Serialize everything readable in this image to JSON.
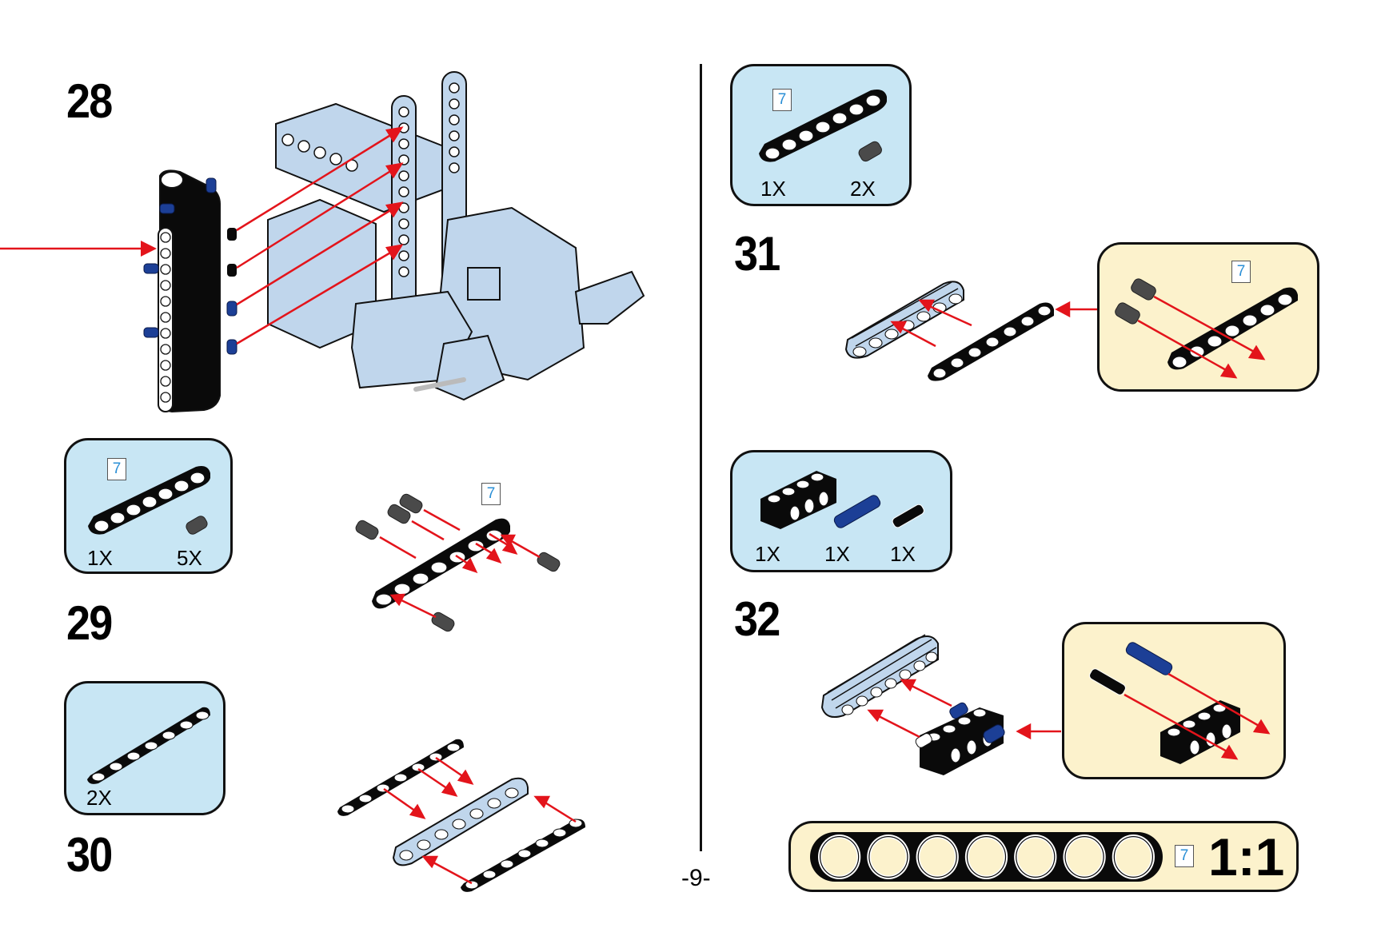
{
  "page": {
    "number_label": "-9-",
    "colors": {
      "callout_bg": "#c8e6f4",
      "subassembly_bg": "#fcf2cc",
      "arrow": "#e3141b",
      "length_badge_text": "#2a8fd6",
      "part_light_blue": "#c0d6ec",
      "part_black": "#0a0a0a",
      "pin_blue": "#1c3f96",
      "pin_gray": "#4a4a4a"
    }
  },
  "steps": [
    {
      "number": "28",
      "parts_callout": null,
      "illustration": "black-liftarm-frame-attached-with-blue-pins-to-light-blue-assembly"
    },
    {
      "number": "29",
      "parts_callout": {
        "items": [
          {
            "part": "black-beam-7",
            "length_badge": "7",
            "qty": "1X"
          },
          {
            "part": "gray-friction-pin",
            "qty": "5X"
          }
        ]
      },
      "length_badge": "7",
      "illustration": "gray-pins-inserted-into-black-beam-7"
    },
    {
      "number": "30",
      "parts_callout": {
        "items": [
          {
            "part": "black-thin-beam-7",
            "qty": "2X"
          }
        ]
      },
      "illustration": "two-thin-black-beams-attached-to-light-blue-beam"
    },
    {
      "number": "31",
      "parts_callout": {
        "items": [
          {
            "part": "black-beam-7",
            "length_badge": "7",
            "qty": "1X"
          },
          {
            "part": "gray-friction-pin",
            "qty": "2X"
          }
        ]
      },
      "subassembly": {
        "length_badge": "7",
        "illustration": "two-gray-pins-into-black-beam-7"
      },
      "illustration": "black-beam-subassembly-attached-to-light-blue-beam-stack"
    },
    {
      "number": "32",
      "parts_callout": {
        "items": [
          {
            "part": "black-technic-brick-1x4",
            "qty": "1X"
          },
          {
            "part": "blue-long-pin",
            "qty": "1X"
          },
          {
            "part": "black-axle-pin",
            "qty": "1X"
          }
        ]
      },
      "subassembly": {
        "illustration": "blue-pin-and-black-pin-into-technic-brick"
      },
      "illustration": "brick-subassembly-attached-to-light-blue-beam-stack"
    }
  ],
  "scale_reference": {
    "length_badge": "7",
    "holes": 7,
    "ratio_label": "1:1"
  }
}
